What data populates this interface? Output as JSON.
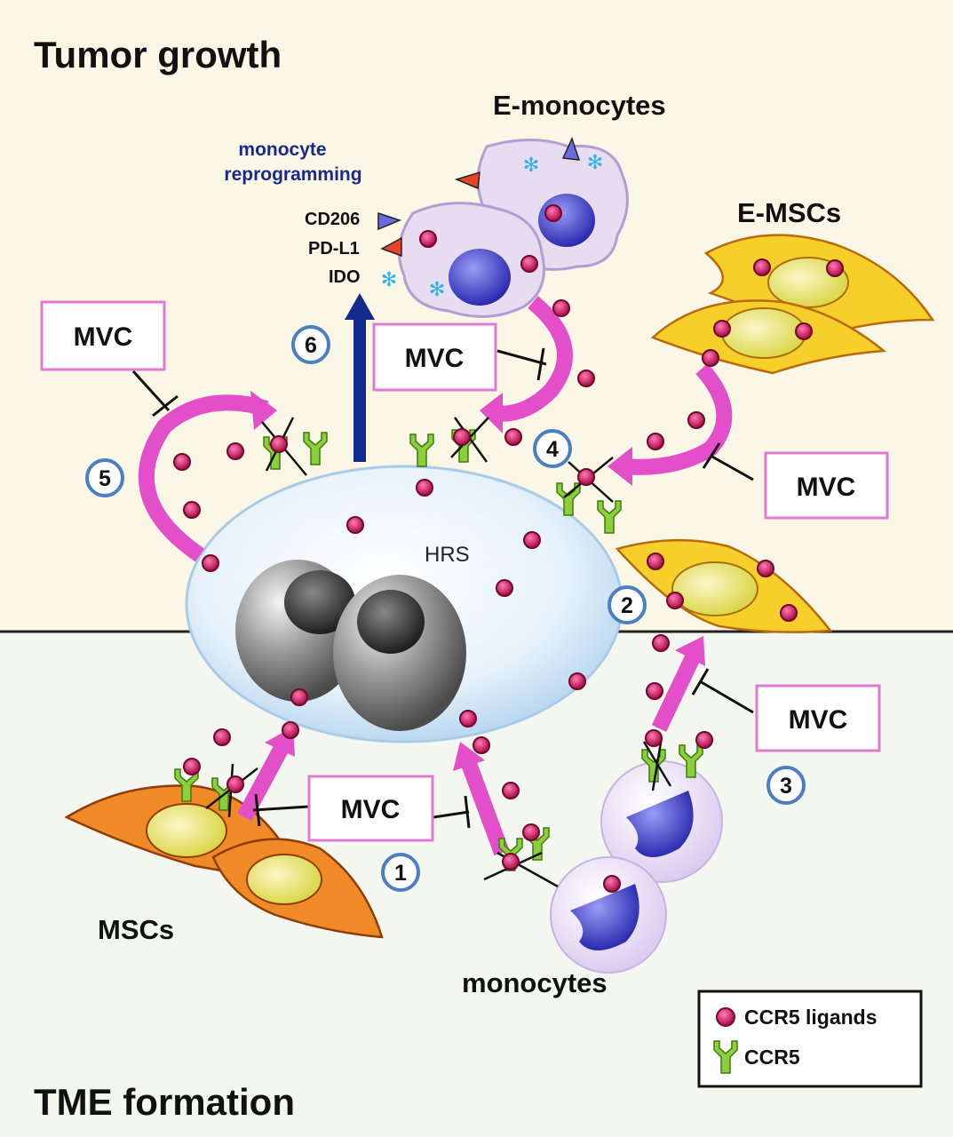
{
  "regions": {
    "top_title": "Tumor growth",
    "bottom_title": "TME formation"
  },
  "cells": {
    "hrs": "HRS",
    "e_monocytes": "E-monocytes",
    "e_mscs": "E-MSCs",
    "mscs": "MSCs",
    "monocytes": "monocytes"
  },
  "reprogramming": {
    "line1": "monocyte",
    "line2": "reprogramming",
    "markers": [
      "CD206",
      "PD-L1",
      "IDO"
    ]
  },
  "inhibitor": "MVC",
  "steps": [
    "1",
    "2",
    "3",
    "4",
    "5",
    "6"
  ],
  "legend": {
    "ligands": "CCR5 ligands",
    "receptor": "CCR5"
  },
  "colors": {
    "top_background": "#faf7e6",
    "bottom_background": "#f4f7ef",
    "arrow_magenta": "#e34fc9",
    "arrow_blue": "#142a8f",
    "ligand_fill": "#c2185b",
    "receptor_green": "#8ccf3a",
    "mvc_border": "#e07ad0",
    "step_circle": "#4a7fc1"
  },
  "icons": [
    "ccr5-receptor-icon",
    "ccr5-ligand-icon",
    "inhibition-bar-icon"
  ]
}
